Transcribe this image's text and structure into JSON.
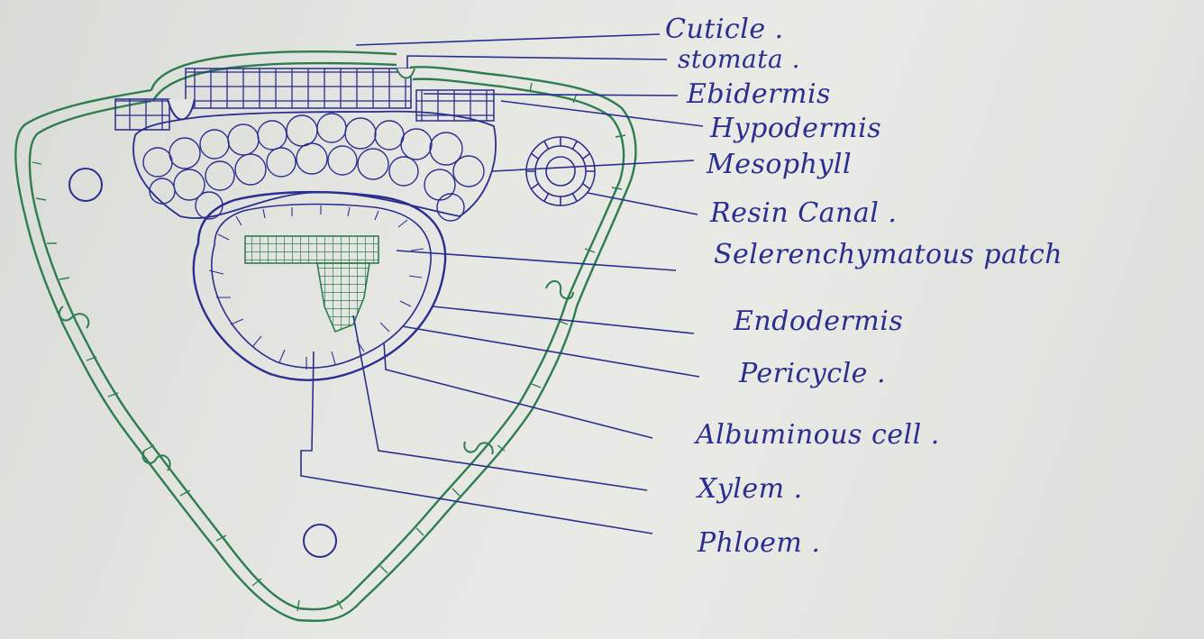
{
  "colors": {
    "ink_blue": "#2a2e8e",
    "ink_green": "#2e7d4f",
    "paper": "#e6e7e2"
  },
  "labels": {
    "cuticle": "Cuticle .",
    "stomata": "stomata .",
    "epidermis": "Ebidermis",
    "hypodermis": "Hypodermis",
    "mesophyll": "Mesophyll",
    "resin_canal": "Resin Canal .",
    "sclerenchymatous_patch": "Selerenchymatous patch",
    "endodermis": "Endodermis",
    "pericycle": "Pericycle .",
    "albuminous_cell": "Albuminous cell .",
    "xylem": "Xylem .",
    "phloem": "Phloem ."
  }
}
